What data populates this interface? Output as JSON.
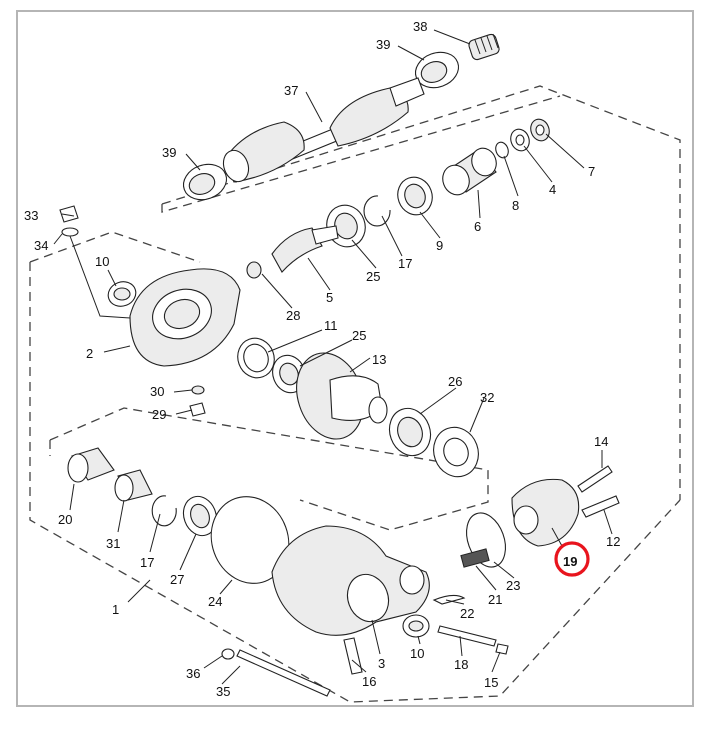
{
  "diagram": {
    "highlight_color": "#e8141d",
    "highlighted_part": "19",
    "callouts": [
      "38",
      "39",
      "37",
      "39",
      "7",
      "4",
      "8",
      "6",
      "9",
      "17",
      "25",
      "5",
      "28",
      "33",
      "34",
      "10",
      "2",
      "11",
      "25",
      "13",
      "30",
      "29",
      "26",
      "32",
      "14",
      "12",
      "19",
      "20",
      "31",
      "17",
      "27",
      "24",
      "23",
      "21",
      "22",
      "1",
      "10",
      "3",
      "18",
      "15",
      "16",
      "36",
      "35"
    ]
  }
}
